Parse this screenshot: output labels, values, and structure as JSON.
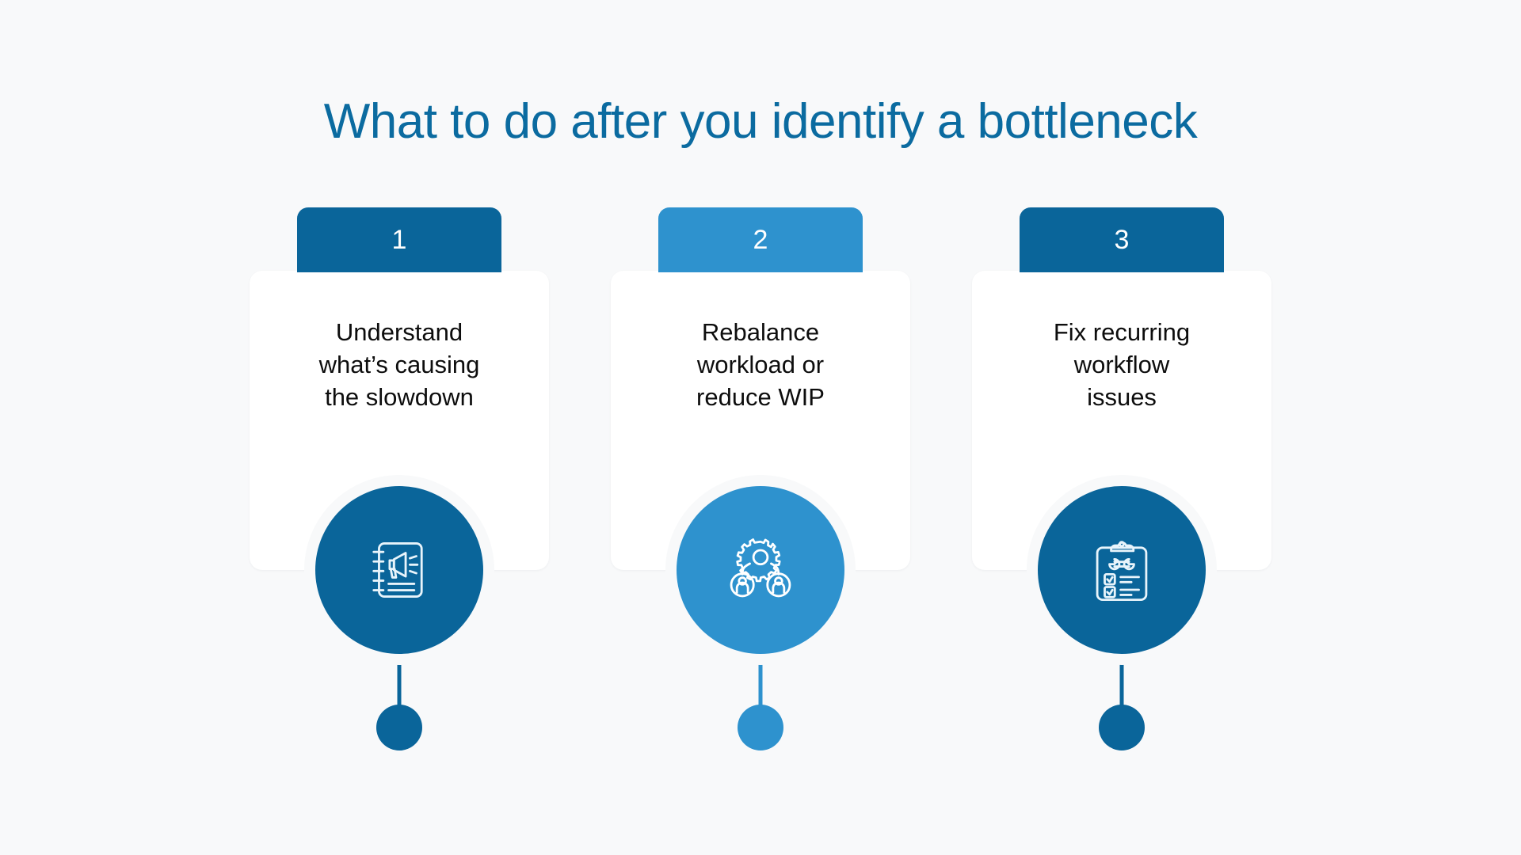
{
  "slide": {
    "background_color": "#f8f9fa",
    "title": "What to do after you identify a bottleneck",
    "title_color": "#0b6ba0"
  },
  "steps": [
    {
      "number": "1",
      "badge_color": "#0a659a",
      "text": "Understand\nwhat’s causing\nthe slowdown",
      "icon_name": "notebook-megaphone-icon",
      "icon_circle_color": "#0a659a",
      "icon_stroke_color": "#e8f4fb",
      "connector_color": "#0a659a",
      "dot_color": "#0a659a"
    },
    {
      "number": "2",
      "badge_color": "#2e92ce",
      "text": "Rebalance\nworkload or\nreduce WIP",
      "icon_name": "gear-two-people-icon",
      "icon_circle_color": "#2e92ce",
      "icon_stroke_color": "#ffffff",
      "connector_color": "#2e92ce",
      "dot_color": "#2e92ce"
    },
    {
      "number": "3",
      "badge_color": "#0a659a",
      "text": "Fix recurring\nworkflow\nissues",
      "icon_name": "clipboard-wrench-checklist-icon",
      "icon_circle_color": "#0a659a",
      "icon_stroke_color": "#e8f4fb",
      "connector_color": "#0a659a",
      "dot_color": "#0a659a"
    }
  ]
}
